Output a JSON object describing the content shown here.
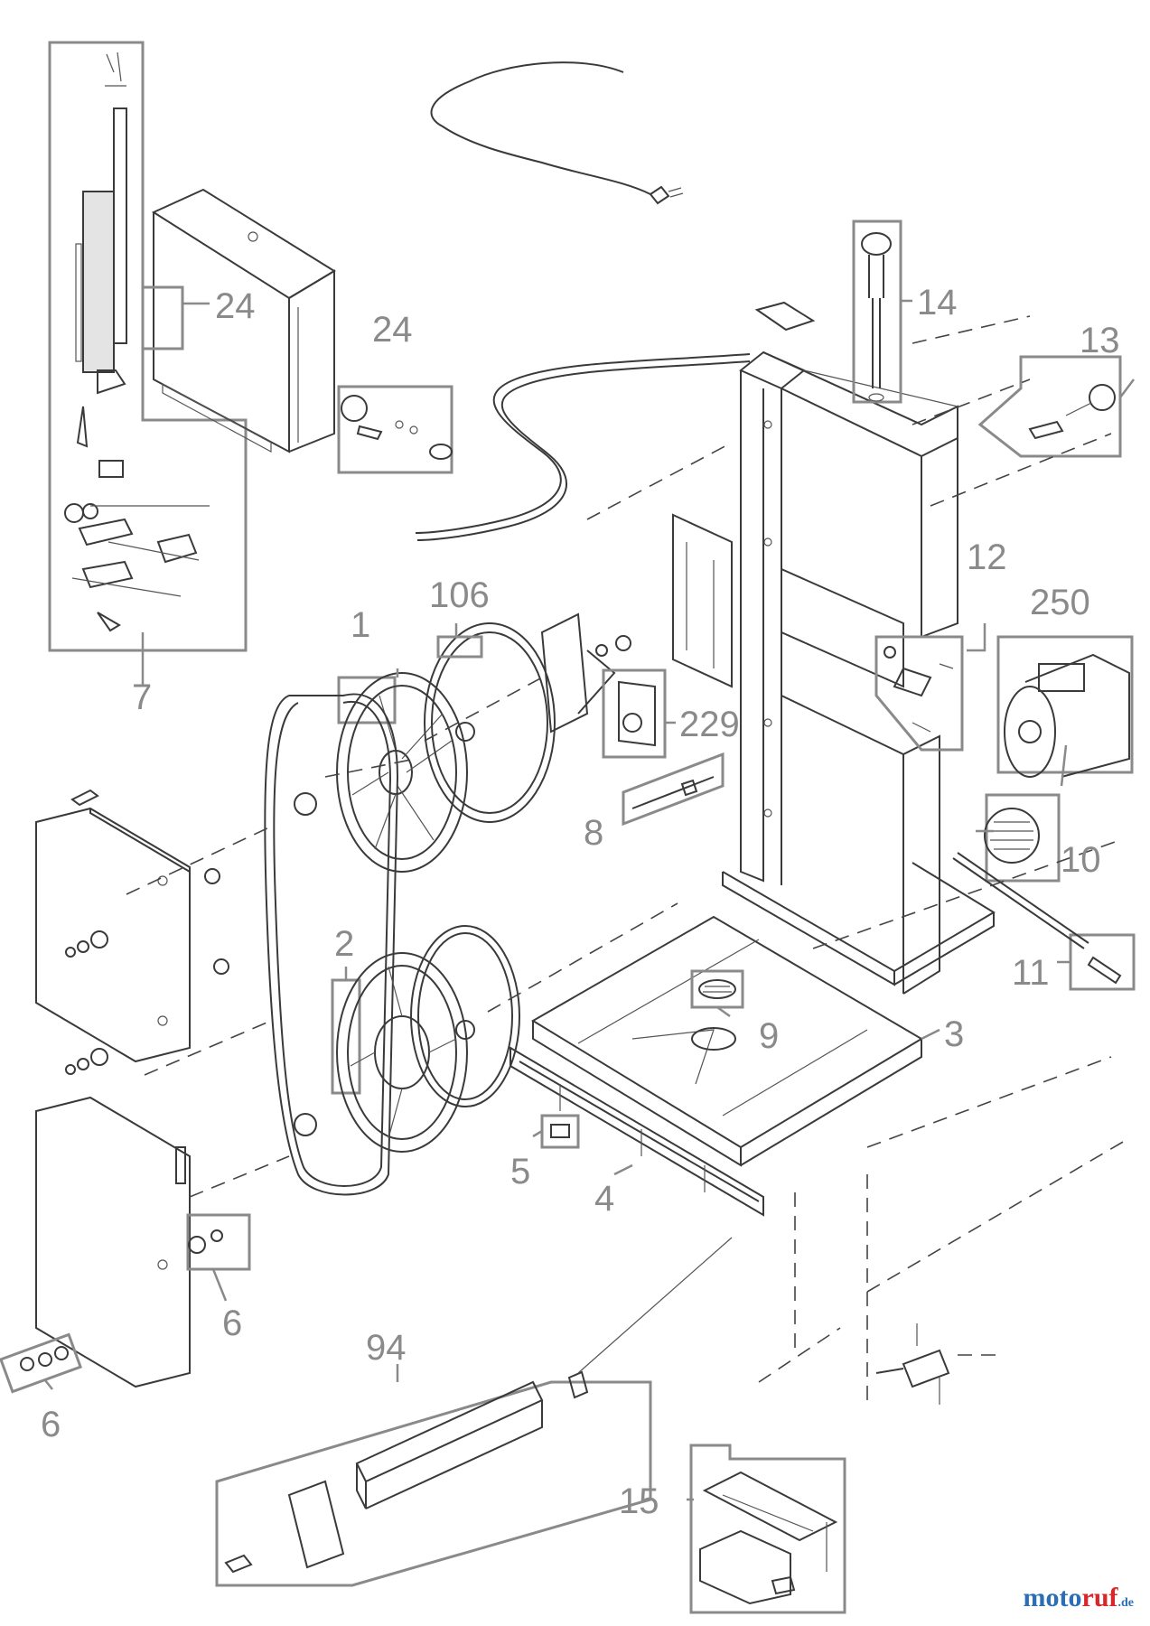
{
  "callouts": {
    "c1": "1",
    "c2": "2",
    "c3": "3",
    "c4": "4",
    "c5": "5",
    "c6a": "6",
    "c6b": "6",
    "c7": "7",
    "c8": "8",
    "c9": "9",
    "c10": "10",
    "c11": "11",
    "c12": "12",
    "c13": "13",
    "c14": "14",
    "c15": "15",
    "c24a": "24",
    "c24b": "24",
    "c94": "94",
    "c106": "106",
    "c229": "229",
    "c250": "250"
  },
  "watermark": {
    "a": "moto",
    "b": "ruf",
    "c": ".de"
  },
  "colors": {
    "line": "#3a3a3a",
    "callout": "#8a8a8a",
    "brand_blue": "#2a6fb5",
    "brand_red": "#d9262b"
  }
}
